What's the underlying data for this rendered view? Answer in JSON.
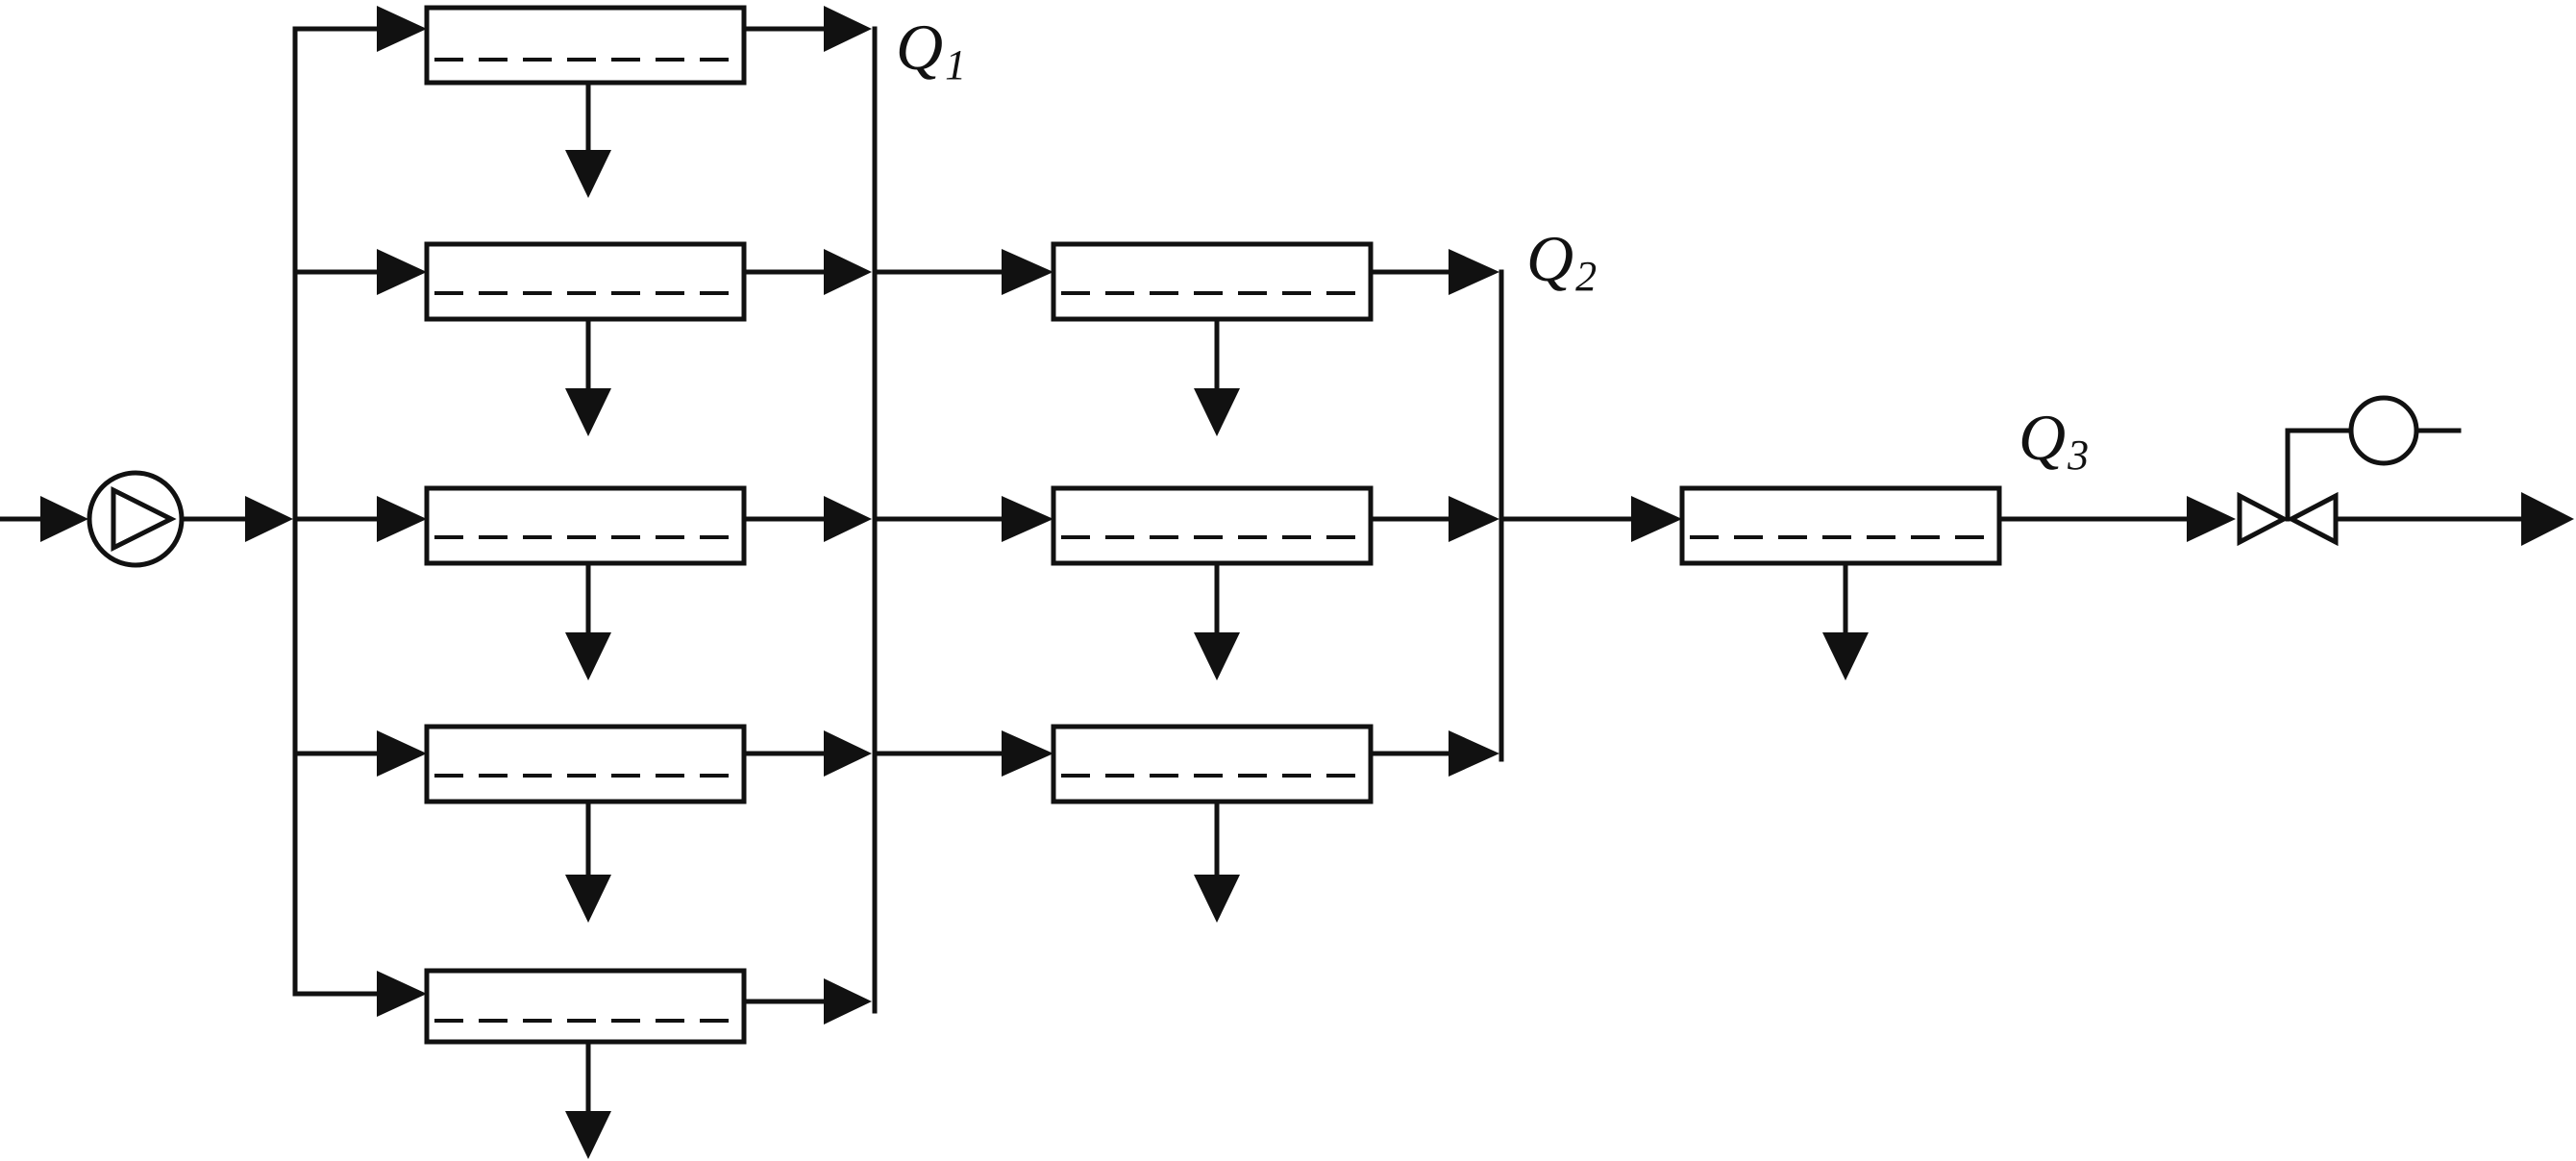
{
  "diagram": {
    "stream_labels": [
      {
        "letter": "Q",
        "subscript": "1"
      },
      {
        "letter": "Q",
        "subscript": "2"
      },
      {
        "letter": "Q",
        "subscript": "3"
      }
    ],
    "stages": [
      {
        "module_count": 5
      },
      {
        "module_count": 3
      },
      {
        "module_count": 1
      }
    ],
    "icons": [
      "pump-icon",
      "valve-icon",
      "pressure-gauge-icon"
    ]
  }
}
